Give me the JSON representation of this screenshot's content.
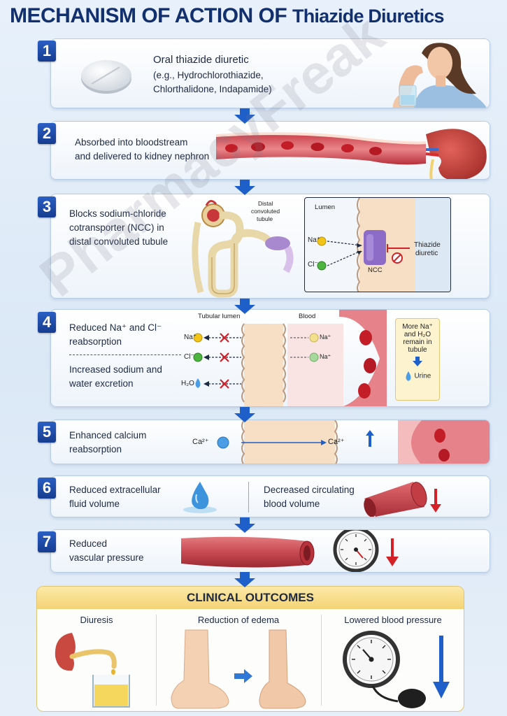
{
  "title": {
    "part1": "MECHANISM OF ACTION OF ",
    "part2": "Thiazide Diuretics"
  },
  "watermark": "PharmacyFreak",
  "steps": [
    {
      "num": "1",
      "line1": "Oral thiazide diuretic",
      "line2": "(e.g., Hydrochlorothiazide,",
      "line3": "Chlorthalidone, Indapamide)"
    },
    {
      "num": "2",
      "line1": "Absorbed into bloodstream",
      "line2": "and delivered to kidney nephron"
    },
    {
      "num": "3",
      "line1": "Blocks sodium-chloride",
      "line2": "cotransporter (NCC) in",
      "line3": "distal convoluted tubule",
      "label_dct1": "Distal",
      "label_dct2": "convoluted",
      "label_dct3": "tubule",
      "label_lumen": "Lumen",
      "na": "Na⁺",
      "cl": "Cl⁻",
      "ncc": "NCC",
      "thiazide1": "Thiazide",
      "thiazide2": "diuretic"
    },
    {
      "num": "4",
      "line1": "Reduced Na⁺ and Cl⁻",
      "line2": "reabsorption",
      "line3": "Increased sodium and",
      "line4": "water excretion",
      "tubular_lumen": "Tubular lumen",
      "blood": "Blood",
      "na": "Na⁺",
      "cl": "Cl⁻",
      "h2o": "H₂O",
      "na_right": "Na⁺",
      "na_right2": "Na⁺",
      "box1": "More Na⁺",
      "box2": "and H₂O",
      "box3": "remain in",
      "box4": "tubule",
      "urine": "Urine"
    },
    {
      "num": "5",
      "line1": "Enhanced calcium",
      "line2": "reabsorption",
      "ca_left": "Ca²⁺",
      "ca_right": "Ca²⁺"
    },
    {
      "num": "6",
      "left1": "Reduced extracellular",
      "left2": "fluid volume",
      "right1": "Decreased circulating",
      "right2": "blood volume"
    },
    {
      "num": "7",
      "line1": "Reduced",
      "line2": "vascular pressure"
    }
  ],
  "outcomes": {
    "heading": "CLINICAL OUTCOMES",
    "items": [
      "Diuresis",
      "Reduction of edema",
      "Lowered blood pressure"
    ]
  },
  "colors": {
    "accent": "#163c8f",
    "arrow": "#1f5fc9",
    "down_red": "#d42027",
    "outcome_head": "#f4d375"
  }
}
